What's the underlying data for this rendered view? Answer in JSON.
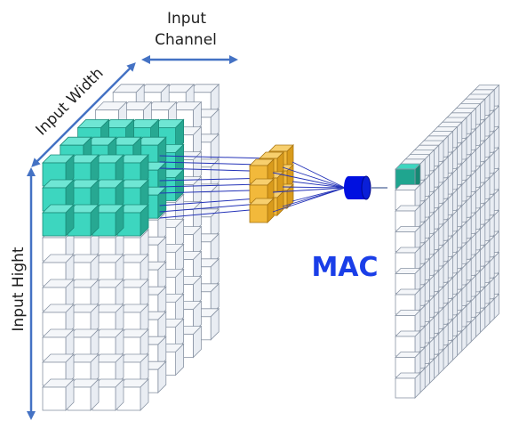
{
  "labels": {
    "input_channel_line1": "Input",
    "input_channel_line2": "Channel",
    "input_width": "Input Width",
    "input_height": "Input Hight",
    "mac": "MAC"
  },
  "colors": {
    "input_face": "#ffffff",
    "input_edge": "#8a95a5",
    "input_highlight_face": "#3dd6bf",
    "input_highlight_side": "#27a892",
    "input_highlight_edge": "#1a8a78",
    "kernel_face": "#f2b93b",
    "kernel_side": "#d99b1c",
    "kernel_edge": "#a87512",
    "output_highlight_face": "#1fa58f",
    "arrow": "#4472c4",
    "connection_line": "#2433b8",
    "mac_unit": "#0010e0",
    "mac_text": "#1a3ee8"
  },
  "icons": {
    "mac_unit": "cylinder-icon"
  }
}
